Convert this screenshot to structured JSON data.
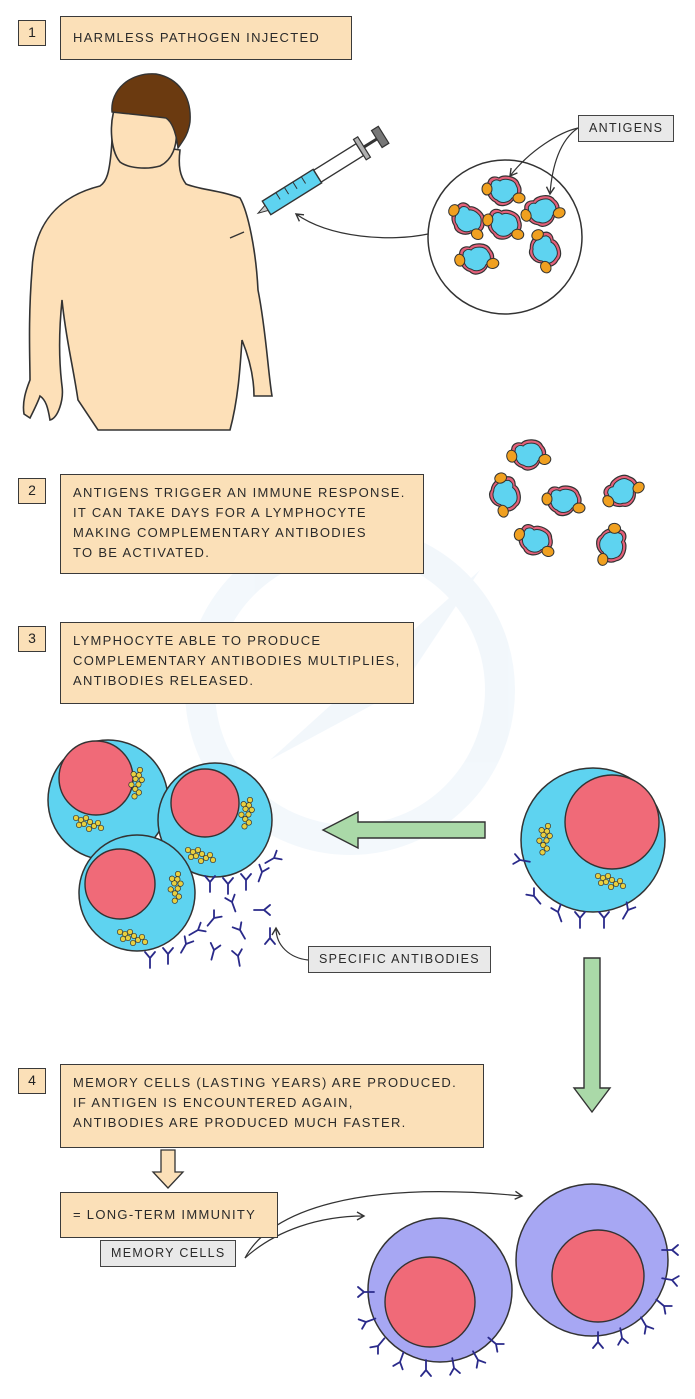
{
  "steps": [
    {
      "number": "1",
      "lines": [
        "HARMLESS  PATHOGEN  INJECTED"
      ]
    },
    {
      "number": "2",
      "lines": [
        "ANTIGENS  TRIGGER  AN  IMMUNE  RESPONSE.",
        "IT  CAN  TAKE  DAYS  FOR  A  LYMPHOCYTE",
        "MAKING  COMPLEMENTARY  ANTIBODIES",
        "TO  BE  ACTIVATED."
      ]
    },
    {
      "number": "3",
      "lines": [
        "LYMPHOCYTE  ABLE  TO  PRODUCE",
        "COMPLEMENTARY  ANTIBODIES  MULTIPLIES,",
        "ANTIBODIES  RELEASED."
      ]
    },
    {
      "number": "4",
      "lines": [
        "MEMORY  CELLS  (LASTING  YEARS)  ARE  PRODUCED.",
        "IF  ANTIGEN  IS  ENCOUNTERED  AGAIN,",
        "ANTIBODIES  ARE  PRODUCED  MUCH  FASTER."
      ]
    }
  ],
  "result_label": "= LONG-TERM  IMMUNITY",
  "callouts": {
    "antigens": "ANTIGENS",
    "specific_antibodies": "SPECIFIC  ANTIBODIES",
    "memory_cells": "MEMORY  CELLS"
  },
  "colors": {
    "skin": "#fde0b8",
    "hair": "#6b3a10",
    "pathogen_body": "#5ed3f0",
    "pathogen_rim": "#e4607a",
    "antigen": "#f0a020",
    "lymphocyte": "#5ed3f0",
    "nucleus": "#f06a78",
    "granule": "#e8d040",
    "antibody": "#2a2a8a",
    "memory_cell": "#a7a7f3",
    "arrow_green": "#aad9a8",
    "box_fill": "#fbe0b8"
  }
}
